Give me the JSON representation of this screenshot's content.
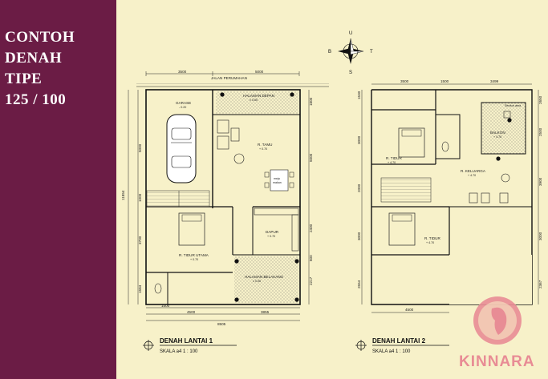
{
  "sidebar": {
    "title_lines": [
      "CONTOH",
      "DENAH",
      "TIPE",
      "125 / 100"
    ],
    "bg_color": "#6b1c45"
  },
  "compass": {
    "north": "U",
    "east": "T",
    "south": "S",
    "west": "B"
  },
  "plan1": {
    "title": "DENAH LANTAI 1",
    "scale": "SKALA a4 1 : 100",
    "street": "JALAN PERUMAHAN",
    "rooms": {
      "garasi": {
        "name": "GARASE",
        "level": "- 0.20"
      },
      "halaman_depan": {
        "name": "HALAMAN DEPAN",
        "level": "± 0.00"
      },
      "tamu": {
        "name": "R. TAMU",
        "level": "+ 0.70"
      },
      "meja_makan_1": "meja",
      "meja_makan_2": "makan",
      "dapur": {
        "name": "DAPUR",
        "level": "+ 0.70"
      },
      "tidur_utama": {
        "name": "R. TIDUR UTAMA",
        "level": "+ 0.70"
      },
      "halaman_belakang": {
        "name": "HALAMAN BELAKANG",
        "level": "± 0.00"
      }
    },
    "dims": {
      "top_left": "3500",
      "top_right": "5000",
      "bottom_a": "1500",
      "bottom_b": "4500",
      "bottom_c": "3855",
      "bottom_total": "8505",
      "left_total": "11854",
      "left_a": "5000",
      "left_b": "1000",
      "left_c": "3700",
      "left_d": "1584",
      "right_a": "1800",
      "right_b": "5000",
      "right_c": "2400",
      "right_d": "600",
      "right_e": "2217"
    }
  },
  "plan2": {
    "title": "DENAH LANTAI 2",
    "scale": "SKALA a4 1 : 100",
    "rooms": {
      "balkon": {
        "name": "BALKON",
        "level": "+ 4.70"
      },
      "tidur_1": {
        "name": "R. TIDUR",
        "level": "+ 4.70"
      },
      "keluarga": {
        "name": "R. KELUARGA",
        "level": "+ 4.70"
      },
      "tidur_2": {
        "name": "R. TIDUR",
        "level": "+ 4.70"
      },
      "service": "Service area"
    },
    "dims": {
      "top_a": "3500",
      "top_b": "1500",
      "top_c": "3499",
      "bottom": "4500",
      "left_a": "1530",
      "left_b": "3000",
      "left_c": "2000",
      "left_d": "3000",
      "left_e": "2554",
      "right_a": "2650",
      "right_b": "2500",
      "right_c": "3900",
      "right_d": "3000",
      "right_e": "2367"
    }
  },
  "brand": {
    "name": "KINNARA",
    "color": "#e88c95"
  }
}
